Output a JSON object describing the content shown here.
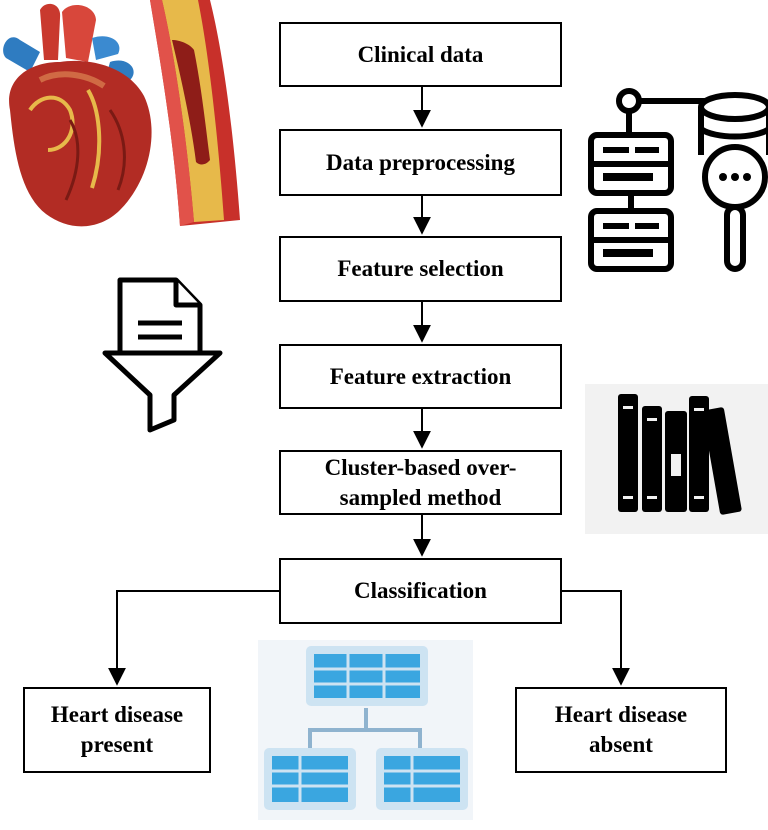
{
  "steps": [
    {
      "text": "Clinical data"
    },
    {
      "text": "Data preprocessing"
    },
    {
      "text": "Feature selection"
    },
    {
      "text": "Feature extraction"
    },
    {
      "text": "Cluster-based over-",
      "text2": "sampled method"
    },
    {
      "text": "Classification"
    }
  ],
  "outcomes": {
    "present": {
      "line1": "Heart disease",
      "line2": "present"
    },
    "absent": {
      "line1": "Heart disease",
      "line2": "absent"
    }
  },
  "icons": [
    "heart-illustration",
    "artery-plaque-illustration",
    "database-search-icon",
    "document-filter-icon",
    "books-icon",
    "hierarchy-table-icon"
  ],
  "colors": {
    "heart_red": "#b22c24",
    "artery_red": "#c8302a",
    "plaque_yellow": "#e7b94a",
    "table_blue": "#3aa6e0"
  }
}
